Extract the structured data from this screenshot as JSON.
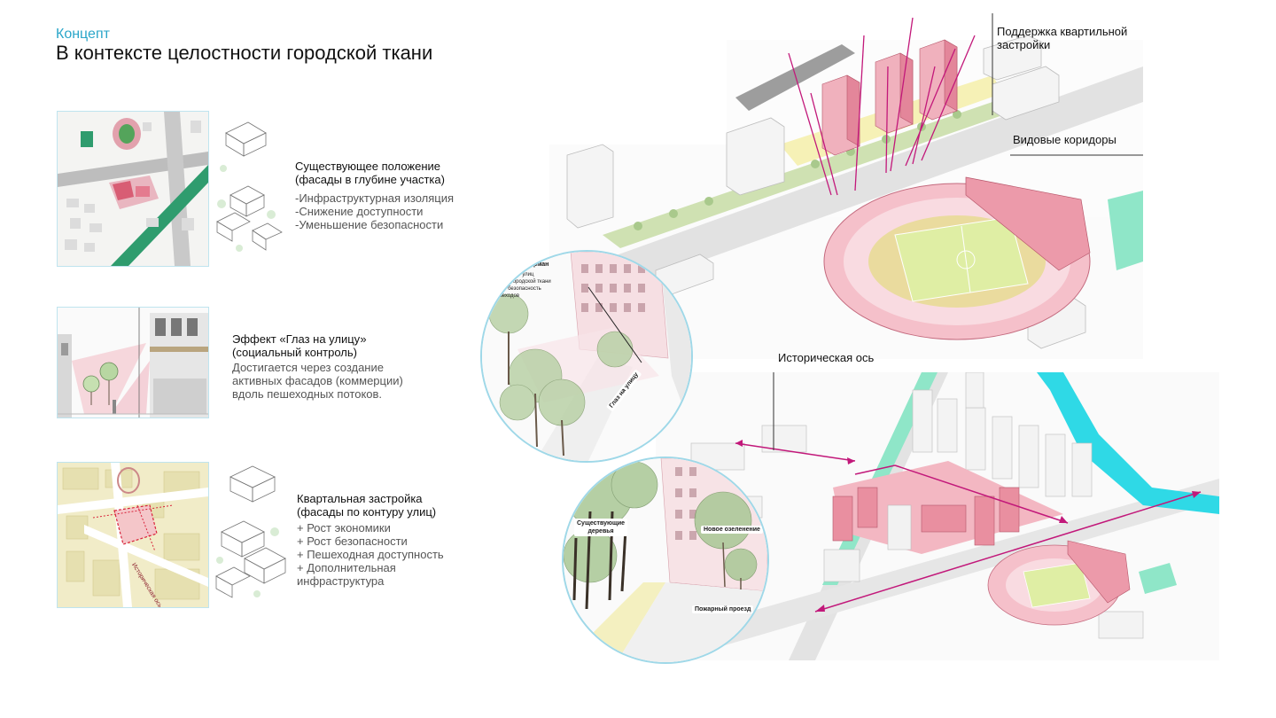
{
  "header": {
    "section_label": "Концепт",
    "title": "В контексте целостности городской ткани"
  },
  "blocks": [
    {
      "title": "Существующее положение\n(фасады в глубине участка)",
      "items": [
        "-Инфраструктурная изоляция",
        "-Снижение доступности",
        "-Уменьшение безопасности"
      ]
    },
    {
      "title": "Эффект «Глаз на улицу»\n(социальный контроль)",
      "items": [
        "Достигается через создание",
        "активных фасадов (коммерции)",
        "вдоль пешеходных потоков."
      ]
    },
    {
      "title": "Квартальная застройка\n(фасады по контуру улиц)",
      "items": [
        "+ Рост экономики",
        "+ Рост безопасности",
        "+ Пешеходная доступность",
        "+ Дополнительная",
        "инфраструктура"
      ]
    }
  ],
  "map_labels": {
    "historic_axis_small": "Историческая ось"
  },
  "top_view": {
    "support_label": "Поддержка квартильной\nзастройки",
    "corridors_label": "Видовые коридоры"
  },
  "bottom_view": {
    "axis_label": "Историческая ось"
  },
  "commercial_pocket": {
    "title": "Коммерческий карман",
    "items": [
      "-активный фронт улиц",
      "-соединение городской ткани",
      "-комфорт и безопасность",
      "  для пешеходов"
    ],
    "street_eye": "Глаз на улицу"
  },
  "green_zoom": {
    "existing_trees": "Существующие\nдеревья",
    "new_greenery": "Новое озеленение",
    "fire_passage": "Пожарный проезд"
  },
  "colors": {
    "accent": "#2aa6c9",
    "arrow": "#c2187a",
    "building_pink": "#e98fa0",
    "stadium_pink": "#f4b8c4",
    "field_green": "#dfeea4",
    "water": "#2fd9e6",
    "mint": "#8fe6c8"
  }
}
